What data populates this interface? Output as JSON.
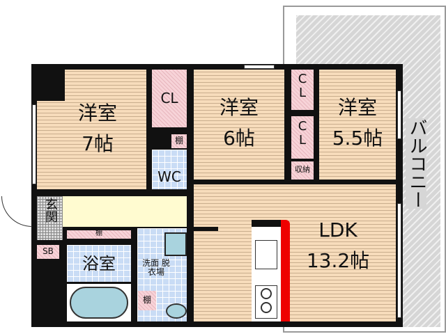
{
  "rooms": {
    "western7": {
      "name": "洋室",
      "size": "7帖"
    },
    "western6": {
      "name": "洋室",
      "size": "6帖"
    },
    "western55": {
      "name": "洋室",
      "size": "5.5帖"
    },
    "ldk": {
      "name": "LDK",
      "size": "13.2帖"
    },
    "closet_left": "CL",
    "closet_top": "C L",
    "closet_mid": "C L",
    "storage": "収納",
    "shelf_wc": "棚",
    "wc": "WC",
    "entrance": "玄関",
    "shoe_box": "SB",
    "shelf_hall": "棚",
    "bath": "浴室",
    "washroom": "洗面 脱衣場",
    "shelf_wash": "棚",
    "balcony": "バルコニー"
  },
  "colors": {
    "wood": "#f7dcbb",
    "closet": "#f7d3d8",
    "wet": "#c9dcf5",
    "hall": "#fffbd0",
    "wall": "#111111",
    "kitchen_accent": "#ee0000",
    "balcony": "#d6d6d6"
  }
}
